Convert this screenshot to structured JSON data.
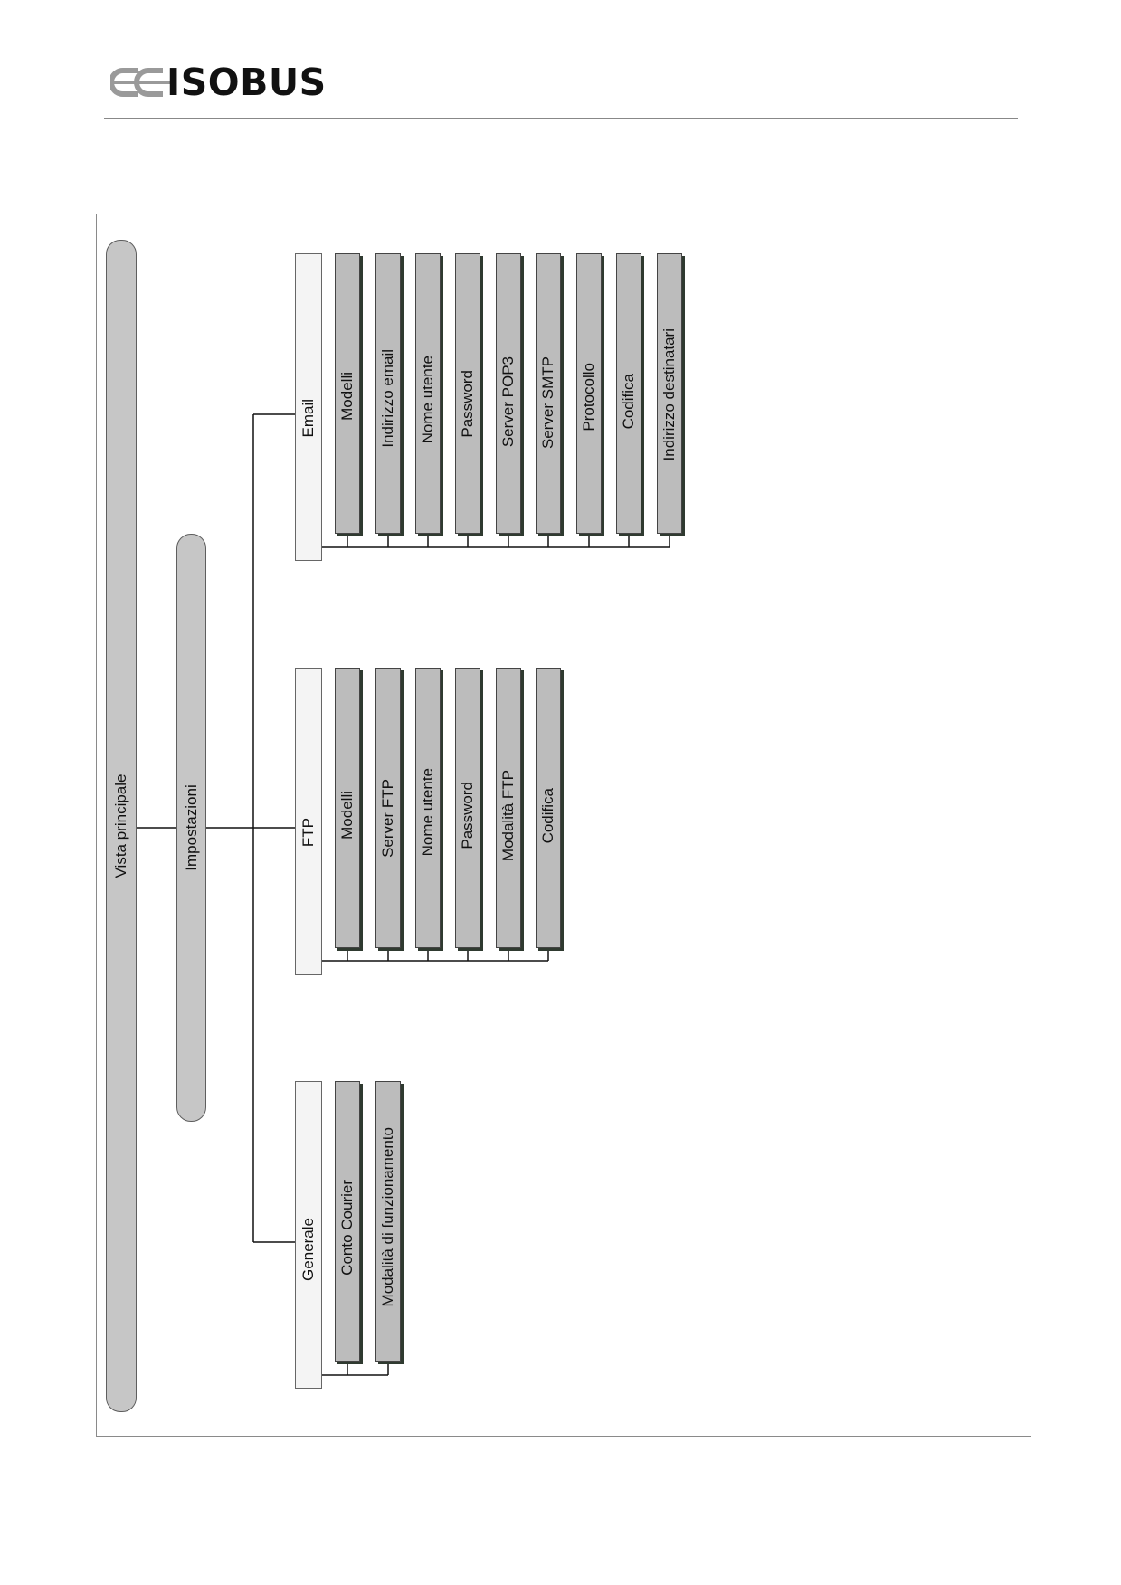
{
  "header": {
    "logo_prefix": "CC",
    "logo_text": "ISOBUS"
  },
  "diagram": {
    "root": "Vista principale",
    "level1": "Impostazioni",
    "groups": [
      {
        "label": "Email",
        "items": [
          "Modelli",
          "Indirizzo email",
          "Nome utente",
          "Password",
          "Server POP3",
          "Server SMTP",
          "Protocollo",
          "Codifica",
          "Indirizzo destinatari"
        ]
      },
      {
        "label": "FTP",
        "items": [
          "Modelli",
          "Server FTP",
          "Nome utente",
          "Password",
          "Modalità FTP",
          "Codifica"
        ]
      },
      {
        "label": "Generale",
        "items": [
          "Conto Courier",
          "Modalità di funzionamento"
        ]
      }
    ]
  }
}
